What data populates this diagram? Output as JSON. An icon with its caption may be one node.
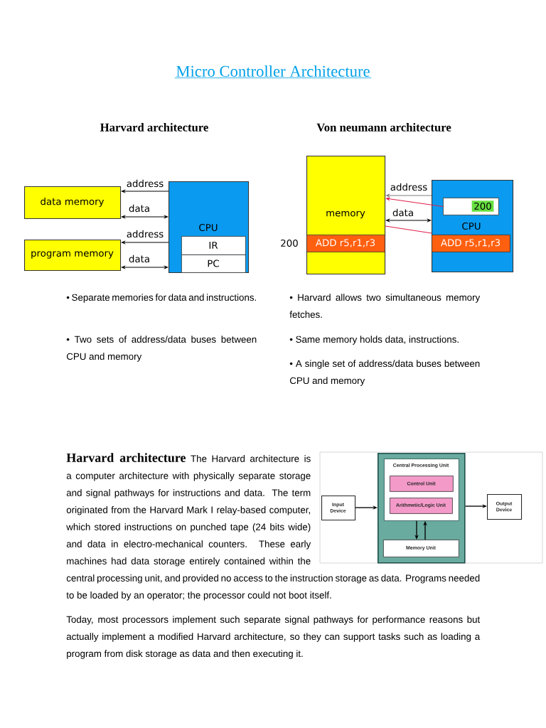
{
  "diagram": {
    "title": "Micro Controller Architecture",
    "nodes": [
      {
        "text": [
          "data memory"
        ]
      },
      {
        "text": [
          "program memory"
        ]
      },
      {
        "text": [
          "CPU"
        ]
      },
      {
        "text": [
          "IR"
        ],
        "in": 2
      },
      {
        "text": [
          "PC"
        ],
        "in": 2
      },
      {
        "text": [
          "memory"
        ]
      },
      {
        "text": [
          "ADD r5,r1,r3"
        ],
        "in": 5,
        "beside": [
          "200"
        ]
      },
      {
        "text": [
          "CPU"
        ]
      },
      {
        "text": [
          "200"
        ],
        "in": 7
      },
      {
        "text": [
          "ADD r5,r1,r3"
        ],
        "in": 7
      },
      {
        "text": [
          "Input Device"
        ]
      },
      {
        "text": [],
        "shape": "box"
      },
      {
        "text": [
          "Central Processing Unit"
        ],
        "in": 11
      },
      {
        "text": [
          "Control Unit"
        ],
        "in": 12
      },
      {
        "text": [
          "Arithmetic/Logic Unit"
        ],
        "in": 12
      },
      {
        "text": [
          "Memory Unit"
        ],
        "in": 11
      },
      {
        "text": [
          "Output Device"
        ]
      }
    ],
    "edges": [
      {
        "from": 2,
        "to": 0,
        "arrow": "to",
        "label": "address"
      },
      {
        "from": 0,
        "to": 2,
        "arrow": "both",
        "label": "data"
      },
      {
        "from": 2,
        "to": 1,
        "arrow": "to",
        "label": "address"
      },
      {
        "from": 1,
        "to": 2,
        "arrow": "both",
        "label": "data"
      },
      {
        "from": 7,
        "to": 5,
        "arrow": "to",
        "label": "address",
        "color": "#7f7f7f"
      },
      {
        "from": 5,
        "to": 7,
        "arrow": "both",
        "label": "data"
      },
      {
        "from": 8,
        "to": 5,
        "arrow": "to",
        "color": "#e0204a"
      },
      {
        "from": 5,
        "to": 9,
        "arrow": "none",
        "color": "#e0204a"
      },
      {
        "from": 10,
        "to": 11,
        "arrow": "to"
      },
      {
        "from": 11,
        "to": 16,
        "arrow": "to"
      },
      {
        "from": 12,
        "to": 15,
        "arrow": "to"
      },
      {
        "from": 15,
        "to": 12,
        "arrow": "to"
      }
    ],
    "labels": [
      "Harvard architecture",
      "Von neumann architecture",
      "• Separate memories for data and instructions.",
      "• Two sets of address/data buses between CPU and memory",
      "• Harvard allows two simultaneous memory fetches.",
      "• Same memory holds data, instructions.",
      "• A single set of address/data buses between CPU and memory",
      "Harvard architecture",
      "The Harvard architecture is a computer architecture with physically separate storage and signal pathways for instructions and data. The term originated from the Harvard Mark I relay-based computer, which stored instructions on punched tape (24 bits wide) and data in electro-mechanical counters. These early machines had data storage entirely contained within the central processing unit, and provided no access to the instruction storage as data. Programs needed to be loaded by an operator; the processor could not boot itself.",
      "Today, most processors implement such separate signal pathways for performance reasons but actually implement a modified Harvard architecture, so they can support tasks such as loading a program from disk storage as data and then executing it."
    ]
  }
}
